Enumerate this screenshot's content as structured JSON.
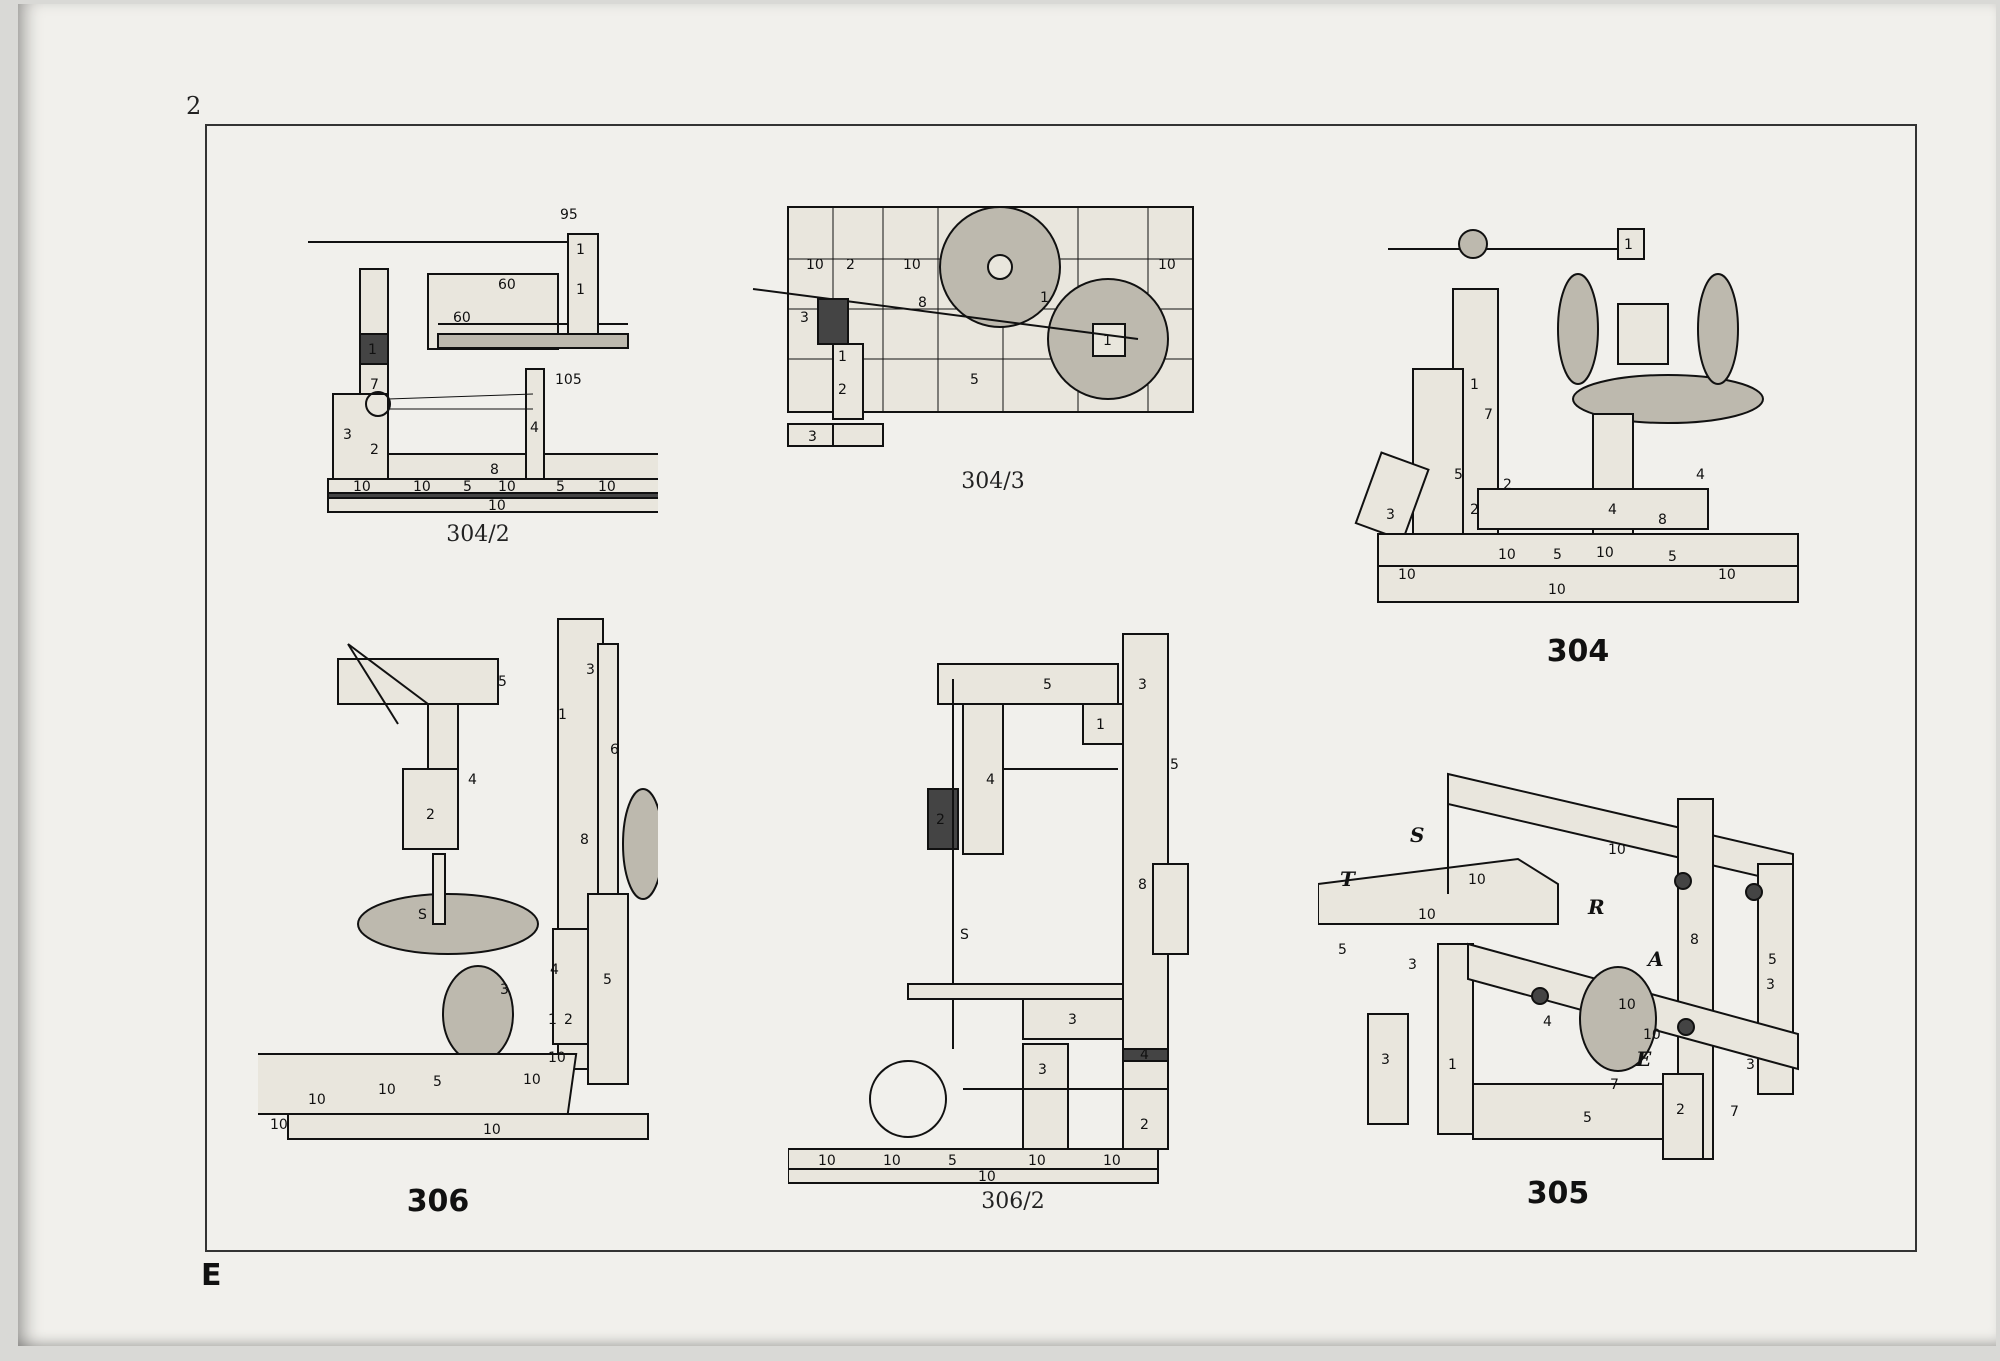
{
  "page": {
    "number": "2",
    "corner_letter": "E"
  },
  "figures": {
    "fig_304_2": {
      "caption": "304/2",
      "labels": [
        "1",
        "7",
        "3",
        "2",
        "8",
        "4",
        "10",
        "10",
        "5",
        "10",
        "5",
        "10",
        "10",
        "60",
        "60",
        "95",
        "105",
        "1",
        "1"
      ]
    },
    "fig_304_3": {
      "caption": "304/3",
      "labels": [
        "10",
        "2",
        "10",
        "10",
        "3",
        "8",
        "1",
        "2",
        "3",
        "1",
        "1",
        "5"
      ]
    },
    "fig_304": {
      "caption": "304",
      "labels": [
        "1",
        "1",
        "7",
        "5",
        "2",
        "2",
        "3",
        "4",
        "4",
        "8",
        "10",
        "10",
        "5",
        "10",
        "5",
        "10",
        "10"
      ]
    },
    "fig_306": {
      "caption": "306",
      "labels": [
        "5",
        "3",
        "1",
        "4",
        "2",
        "6",
        "8",
        "S",
        "3",
        "4",
        "5",
        "1",
        "2",
        "10",
        "10",
        "10",
        "5",
        "10",
        "10",
        "10"
      ]
    },
    "fig_306_2": {
      "caption": "306/2",
      "labels": [
        "5",
        "3",
        "1",
        "4",
        "2",
        "5",
        "8",
        "S",
        "3",
        "3",
        "4",
        "2",
        "10",
        "10",
        "5",
        "10",
        "10",
        "10"
      ]
    },
    "fig_305": {
      "caption": "305",
      "labels": [
        "S",
        "T",
        "10",
        "10",
        "10",
        "R",
        "5",
        "3",
        "A",
        "8",
        "5",
        "10",
        "4",
        "10",
        "3",
        "1",
        "E",
        "7",
        "5",
        "2",
        "7",
        "3",
        "3"
      ]
    }
  }
}
